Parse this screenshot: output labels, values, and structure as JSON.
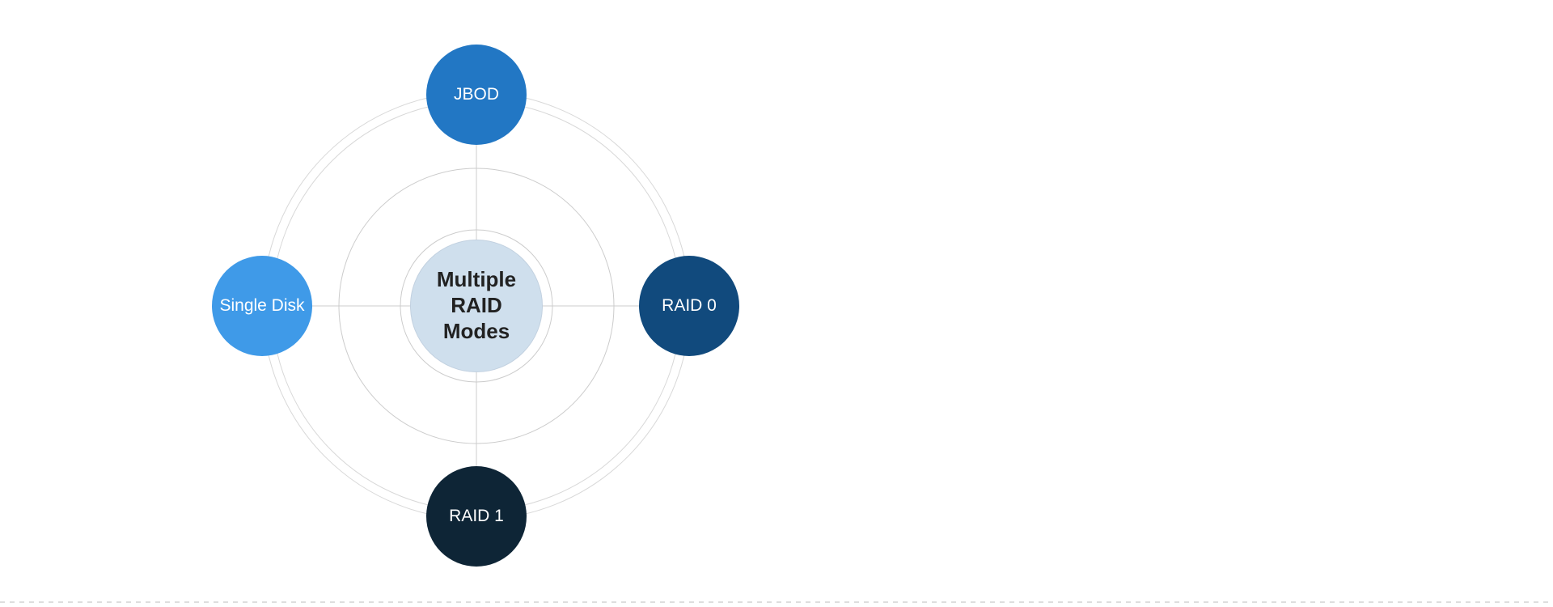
{
  "diagram": {
    "title": "Multiple RAID Modes",
    "center_node": {
      "label": "Multiple RAID Modes",
      "fill": "#cfdfed",
      "text_color": "#222222"
    },
    "satellites": [
      {
        "id": "jbod",
        "label": "JBOD",
        "color": "#2277c4",
        "position": "top"
      },
      {
        "id": "raid-0",
        "label": "RAID 0",
        "color": "#114a7d",
        "position": "right"
      },
      {
        "id": "raid-1",
        "label": "RAID 1",
        "color": "#0e2536",
        "position": "bottom"
      },
      {
        "id": "single-disk",
        "label": "Single Disk",
        "color": "#3f9ae8",
        "position": "left"
      }
    ],
    "orbit": {
      "ring_color": "#cccccc",
      "outer_ring_color": "#d8d8d8"
    }
  },
  "footer": {
    "divider_color": "#dedede"
  }
}
